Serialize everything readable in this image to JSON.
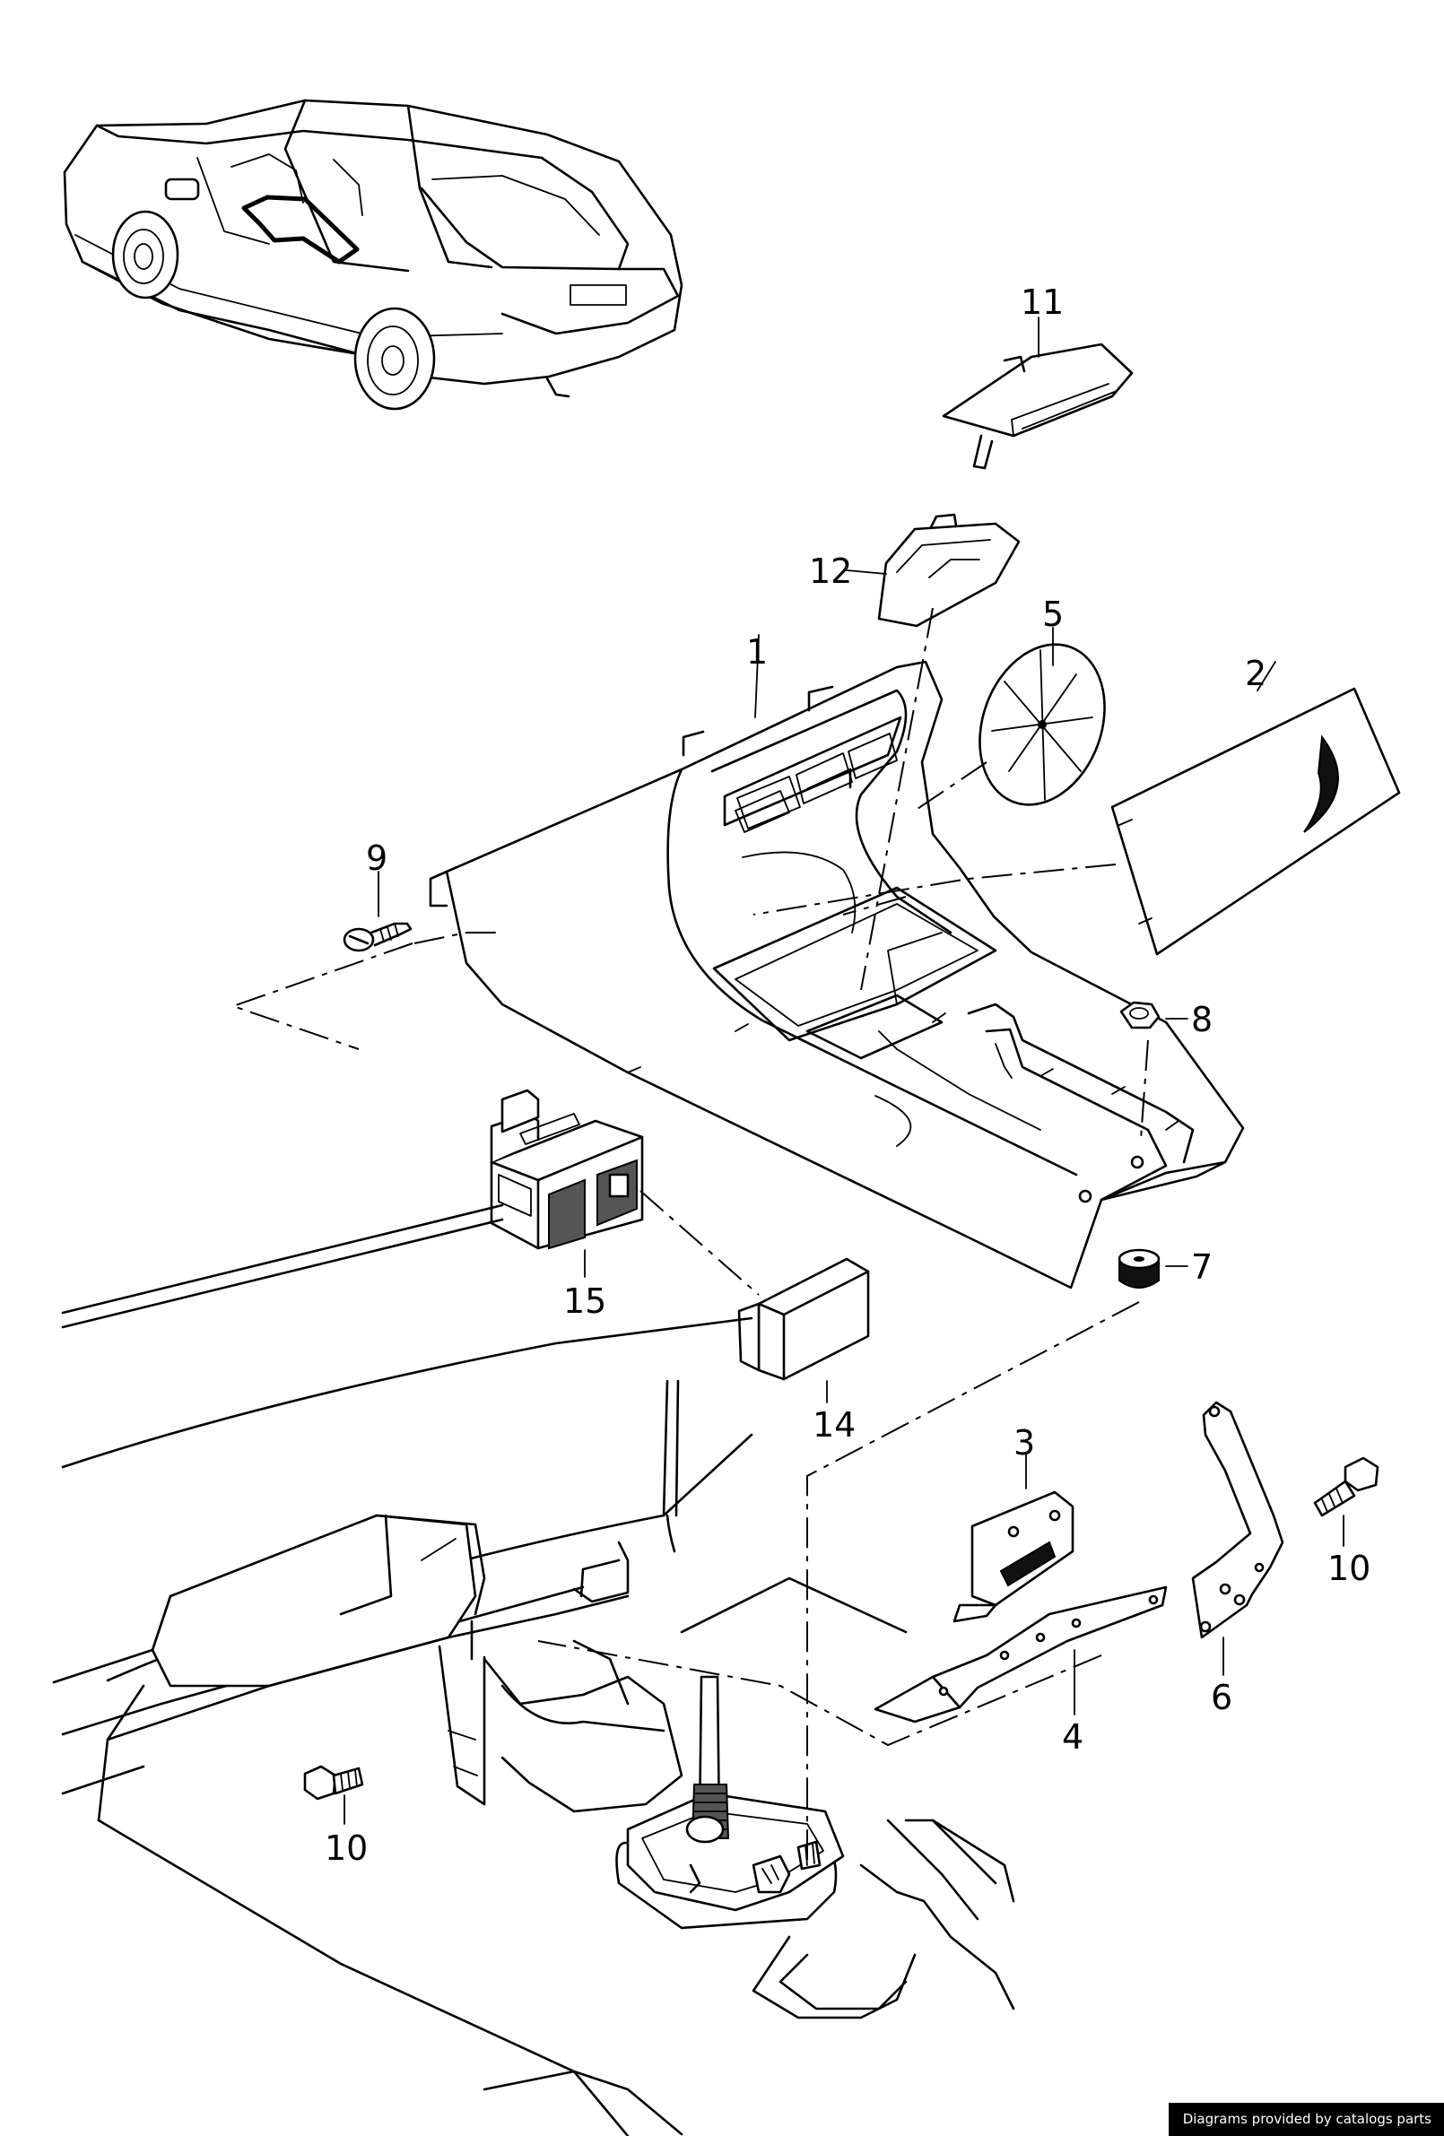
{
  "diagram": {
    "callouts": [
      {
        "id": "c1",
        "label": "1"
      },
      {
        "id": "c2",
        "label": "2"
      },
      {
        "id": "c3",
        "label": "3"
      },
      {
        "id": "c4",
        "label": "4"
      },
      {
        "id": "c5",
        "label": "5"
      },
      {
        "id": "c6",
        "label": "6"
      },
      {
        "id": "c7",
        "label": "7"
      },
      {
        "id": "c8",
        "label": "8"
      },
      {
        "id": "c9",
        "label": "9"
      },
      {
        "id": "c10a",
        "label": "10"
      },
      {
        "id": "c10b",
        "label": "10"
      },
      {
        "id": "c11",
        "label": "11"
      },
      {
        "id": "c12",
        "label": "12"
      },
      {
        "id": "c14",
        "label": "14"
      },
      {
        "id": "c15",
        "label": "15"
      }
    ]
  },
  "footer": {
    "credit": "Diagrams provided by catalogs parts"
  }
}
